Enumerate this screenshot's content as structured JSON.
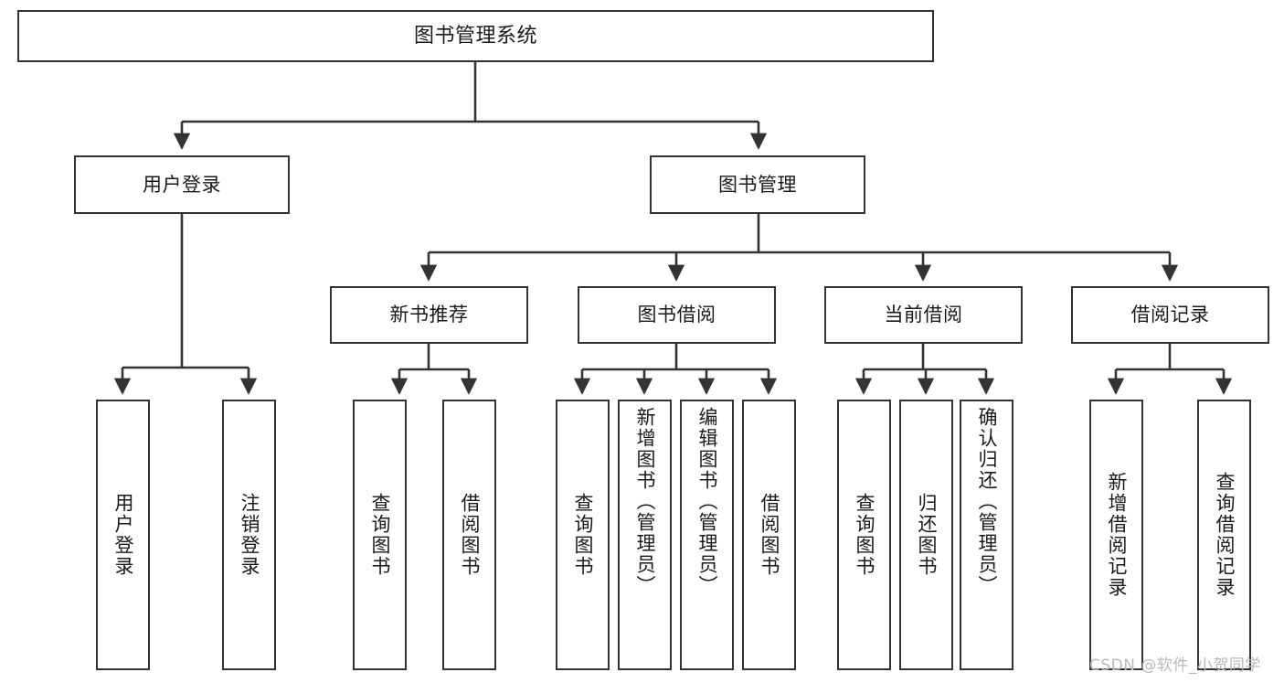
{
  "diagram": {
    "title": "图书管理系统",
    "type": "tree",
    "root": {
      "id": "root",
      "label": "图书管理系统"
    },
    "level2": [
      {
        "id": "user-login",
        "label": "用户登录"
      },
      {
        "id": "book-manage",
        "label": "图书管理"
      }
    ],
    "level3": [
      {
        "id": "new-book-rec",
        "label": "新书推荐",
        "parent": "book-manage"
      },
      {
        "id": "book-borrow",
        "label": "图书借阅",
        "parent": "book-manage"
      },
      {
        "id": "current-borrow",
        "label": "当前借阅",
        "parent": "book-manage"
      },
      {
        "id": "borrow-record",
        "label": "借阅记录",
        "parent": "book-manage"
      }
    ],
    "leaves": [
      {
        "id": "leaf-user-login",
        "label": "用户登录",
        "parent": "user-login"
      },
      {
        "id": "leaf-logout",
        "label": "注销登录",
        "parent": "user-login"
      },
      {
        "id": "leaf-query-book-1",
        "label": "查询图书",
        "parent": "new-book-rec"
      },
      {
        "id": "leaf-borrow-book-1",
        "label": "借阅图书",
        "parent": "new-book-rec"
      },
      {
        "id": "leaf-query-book-2",
        "label": "查询图书",
        "parent": "book-borrow"
      },
      {
        "id": "leaf-add-book",
        "label": "新增图书（管理员）",
        "parent": "book-borrow"
      },
      {
        "id": "leaf-edit-book",
        "label": "编辑图书（管理员）",
        "parent": "book-borrow"
      },
      {
        "id": "leaf-borrow-book-2",
        "label": "借阅图书",
        "parent": "book-borrow"
      },
      {
        "id": "leaf-query-book-3",
        "label": "查询图书",
        "parent": "current-borrow"
      },
      {
        "id": "leaf-return-book",
        "label": "归还图书",
        "parent": "current-borrow"
      },
      {
        "id": "leaf-confirm-return",
        "label": "确认归还（管理员）",
        "parent": "current-borrow"
      },
      {
        "id": "leaf-add-record",
        "label": "新增借阅记录",
        "parent": "borrow-record"
      },
      {
        "id": "leaf-query-record",
        "label": "查询借阅记录",
        "parent": "borrow-record"
      }
    ],
    "watermark": "CSDN @软件_小贺同学",
    "colors": {
      "stroke": "#333333",
      "fill": "#ffffff",
      "text": "#1a1a1a",
      "watermark": "#b9b9b9"
    }
  }
}
